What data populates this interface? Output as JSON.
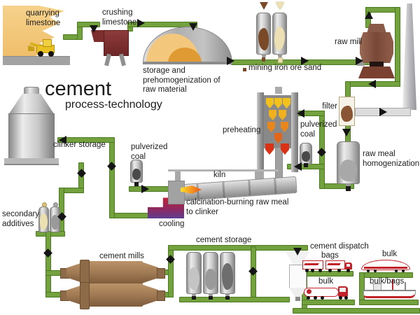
{
  "diagram": {
    "title": "cement",
    "subtitle": "process-technology",
    "labels": {
      "quarrying": "quarrying\nlimestone",
      "crushing": "crushing\nlimestone",
      "storage_prehomog": "storage and\nprehomogenization of\nraw material",
      "mining": "mining iron ore sand",
      "raw_mill": "raw mill",
      "filter": "filter",
      "raw_meal_homog": "raw meal\nhomogenization",
      "preheating": "preheating",
      "pulverized_coal_preheater": "pulverized\ncoal",
      "pulverized_coal_kiln": "pulverized\ncoal",
      "kiln": "kiln",
      "calcination": "calcination-burning raw meal\nto clinker",
      "cooling": "cooling",
      "clinker_storage": "clinker storage",
      "secondary_additives": "secondary\nadditives",
      "cement_mills": "cement mills",
      "cement_storage": "cement storage",
      "cement_dispatch": "cement dispatch",
      "dispatch_bags": "bags",
      "dispatch_bulk_rail": "bulk",
      "dispatch_bulk_truck": "bulk",
      "dispatch_bulk_bags": "bulk/bags"
    },
    "colors": {
      "pipe_green": "#73a13e",
      "pipe_edge": "#4c7a22",
      "arrow_black": "#151515",
      "limestone_tan": "#f4c87e",
      "crusher_maroon": "#7c2e2e",
      "iron_ore_brown": "#7a4a28",
      "sand_cream": "#ece0b4",
      "raw_mill_brown": "#7a4838",
      "cement_mill_brown": "#a07a54",
      "heat_yellow": "#f0c01c",
      "heat_orange": "#e8871e",
      "heat_red": "#da3013",
      "cooling_red": "#c62031",
      "cooling_purple": "#5c3d91",
      "vehicle_red": "#c2222a",
      "metal_silver": "#cfcfcf"
    }
  }
}
